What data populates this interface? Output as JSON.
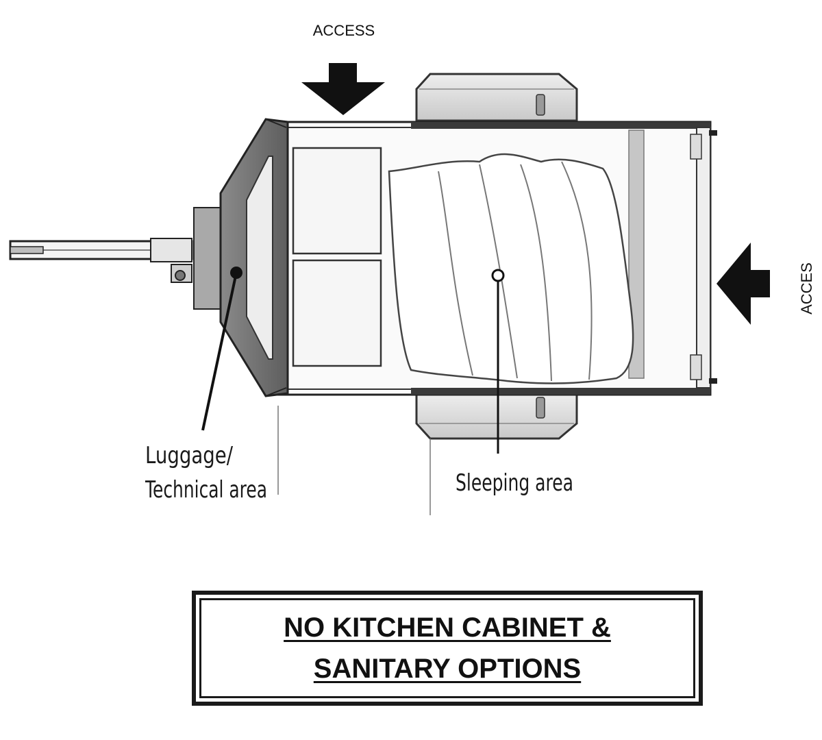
{
  "labels": {
    "access_top": "ACCESS",
    "access_right": "ACCES",
    "luggage_line1": "Luggage/",
    "luggage_line2": "Technical area",
    "sleeping": "Sleeping area"
  },
  "notice": {
    "line1": "NO KITCHEN CABINET &",
    "line2": "SANITARY OPTIONS"
  }
}
